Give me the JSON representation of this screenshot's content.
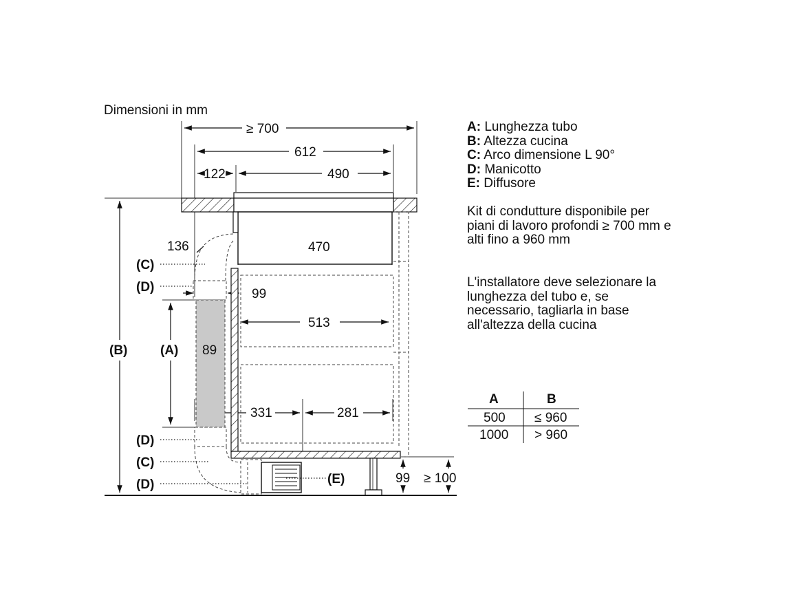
{
  "title": "Dimensioni in mm",
  "legend": [
    {
      "key": "A:",
      "text": "Lunghezza tubo"
    },
    {
      "key": "B:",
      "text": "Altezza cucina"
    },
    {
      "key": "C:",
      "text": "Arco dimensione L 90°"
    },
    {
      "key": "D:",
      "text": "Manicotto"
    },
    {
      "key": "E:",
      "text": "Diffusore"
    }
  ],
  "note1_lines": [
    "Kit di condutture disponibile per",
    "piani di lavoro profondi ≥ 700 mm e",
    "alti fino a 960 mm"
  ],
  "note2_lines": [
    "L'installatore deve selezionare la",
    "lunghezza del tubo e, se",
    "necessario, tagliarla in base",
    "all'altezza della cucina"
  ],
  "dimensions": {
    "d700": "≥ 700",
    "d612": "612",
    "d122": "122",
    "d490": "490",
    "d136": "136",
    "d470": "470",
    "d99a": "99",
    "d513": "513",
    "d89": "89",
    "d331": "331",
    "d281": "281",
    "d99b": "99",
    "d100": "≥ 100"
  },
  "labels": {
    "C1": "(C)",
    "D1": "(D)",
    "A": "(A)",
    "B": "(B)",
    "D2": "(D)",
    "C2": "(C)",
    "D3": "(D)",
    "E": "(E)"
  },
  "table": {
    "headers": [
      "A",
      "B"
    ],
    "rows": [
      [
        "500",
        "≤ 960"
      ],
      [
        "1000",
        "> 960"
      ]
    ]
  }
}
